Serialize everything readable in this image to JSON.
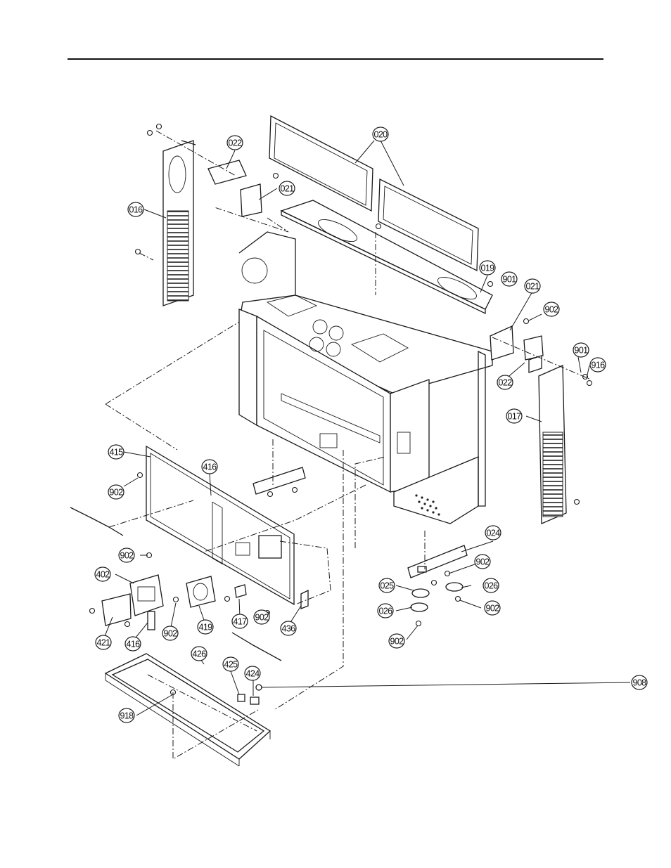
{
  "diagram": {
    "callouts": [
      {
        "id": "c016",
        "label": "016"
      },
      {
        "id": "c022a",
        "label": "022"
      },
      {
        "id": "c021a",
        "label": "021"
      },
      {
        "id": "c020",
        "label": "020"
      },
      {
        "id": "c019",
        "label": "019"
      },
      {
        "id": "c901a",
        "label": "901"
      },
      {
        "id": "c021b",
        "label": "021"
      },
      {
        "id": "c902a",
        "label": "902"
      },
      {
        "id": "c901b",
        "label": "901"
      },
      {
        "id": "c916",
        "label": "916"
      },
      {
        "id": "c022b",
        "label": "022"
      },
      {
        "id": "c017",
        "label": "017"
      },
      {
        "id": "c415",
        "label": "415"
      },
      {
        "id": "c416a",
        "label": "416"
      },
      {
        "id": "c902b",
        "label": "902"
      },
      {
        "id": "c902c",
        "label": "902"
      },
      {
        "id": "c402",
        "label": "402"
      },
      {
        "id": "c421",
        "label": "421"
      },
      {
        "id": "c416b",
        "label": "416"
      },
      {
        "id": "c902d",
        "label": "902"
      },
      {
        "id": "c419",
        "label": "419"
      },
      {
        "id": "c417",
        "label": "417"
      },
      {
        "id": "c902e",
        "label": "902"
      },
      {
        "id": "c436",
        "label": "436"
      },
      {
        "id": "c024",
        "label": "024"
      },
      {
        "id": "c902f",
        "label": "902"
      },
      {
        "id": "c025",
        "label": "025"
      },
      {
        "id": "c026a",
        "label": "026"
      },
      {
        "id": "c026b",
        "label": "026"
      },
      {
        "id": "c902g",
        "label": "902"
      },
      {
        "id": "c902h",
        "label": "902"
      },
      {
        "id": "c426",
        "label": "426"
      },
      {
        "id": "c425",
        "label": "425"
      },
      {
        "id": "c424",
        "label": "424"
      },
      {
        "id": "c908",
        "label": "908"
      },
      {
        "id": "c918",
        "label": "918"
      }
    ]
  }
}
